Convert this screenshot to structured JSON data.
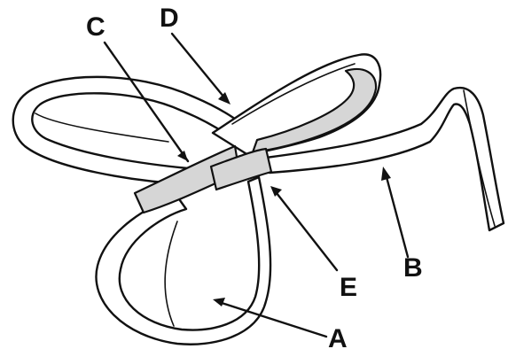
{
  "labels": {
    "a": "A",
    "b": "B",
    "c": "C",
    "d": "D",
    "e": "E"
  },
  "colors": {
    "line": "#111111",
    "background": "#ffffff",
    "velcro_fill": "#d6d6d6"
  }
}
